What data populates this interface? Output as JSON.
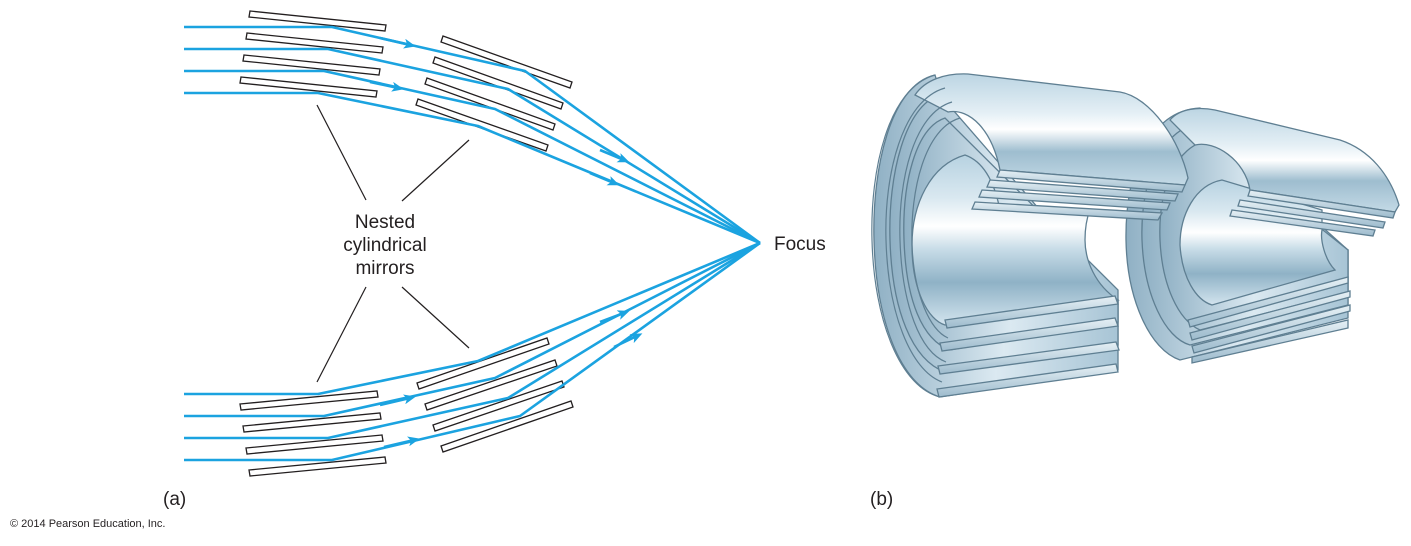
{
  "figure": {
    "panel_a": {
      "label": "(a)",
      "mirror_label_lines": [
        "Nested",
        "cylindrical",
        "mirrors"
      ],
      "focus_label": "Focus",
      "ray_color": "#1ba3e0",
      "mirror_outline_color": "#231f20",
      "leader_line_color": "#231f20",
      "ray_count_per_side": 4,
      "mirror_stages": 2
    },
    "panel_b": {
      "label": "(b)",
      "description": "Two nested cylindrical mirror assemblies, cutaway view",
      "metal_colors": {
        "highlight": "#ffffff",
        "light": "#d6e6ef",
        "mid": "#a9c7d8",
        "dark": "#7fa3b8",
        "edge": "#5f7f92"
      }
    },
    "copyright": "© 2014 Pearson Education, Inc."
  }
}
